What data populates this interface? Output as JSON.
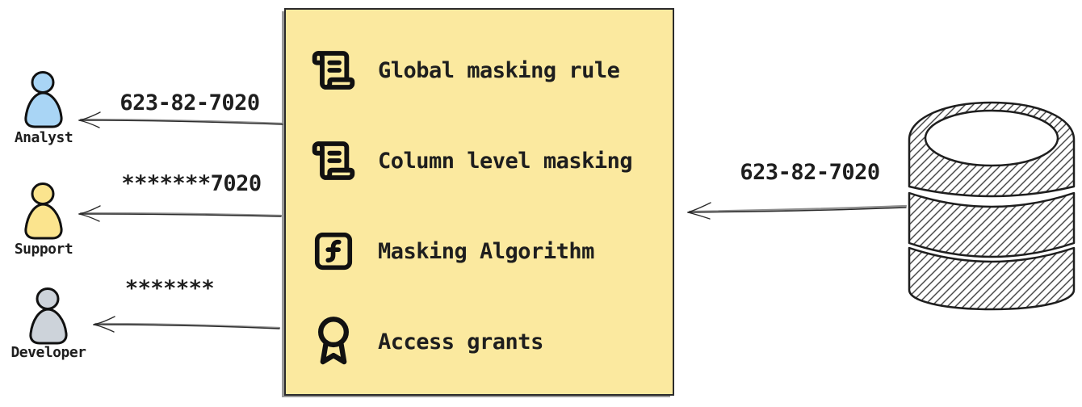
{
  "diagram": {
    "type": "data-masking-flow",
    "background_color": "#ffffff",
    "text_color": "#1e1e1e"
  },
  "masking_box": {
    "fill_color": "#fbe99f",
    "border_color": "#2b2b2b",
    "items": [
      {
        "icon": "scroll-text-icon",
        "label": "Global masking rule"
      },
      {
        "icon": "scroll-text-icon",
        "label": "Column level masking"
      },
      {
        "icon": "function-square-icon",
        "label": "Masking Algorithm"
      },
      {
        "icon": "award-icon",
        "label": "Access grants"
      }
    ]
  },
  "database": {
    "icon": "database-cylinder-icon",
    "sent_value": "623-82-7020"
  },
  "flows": {
    "db_to_box": {
      "label": "623-82-7020"
    },
    "box_to_analyst": {
      "label": "623-82-7020"
    },
    "box_to_support": {
      "label": "*******7020"
    },
    "box_to_developer": {
      "label": "*******"
    }
  },
  "users": [
    {
      "name": "Analyst",
      "fill_color": "#a9d5f5"
    },
    {
      "name": "Support",
      "fill_color": "#fbe48e"
    },
    {
      "name": "Developer",
      "fill_color": "#cdd3da"
    }
  ]
}
